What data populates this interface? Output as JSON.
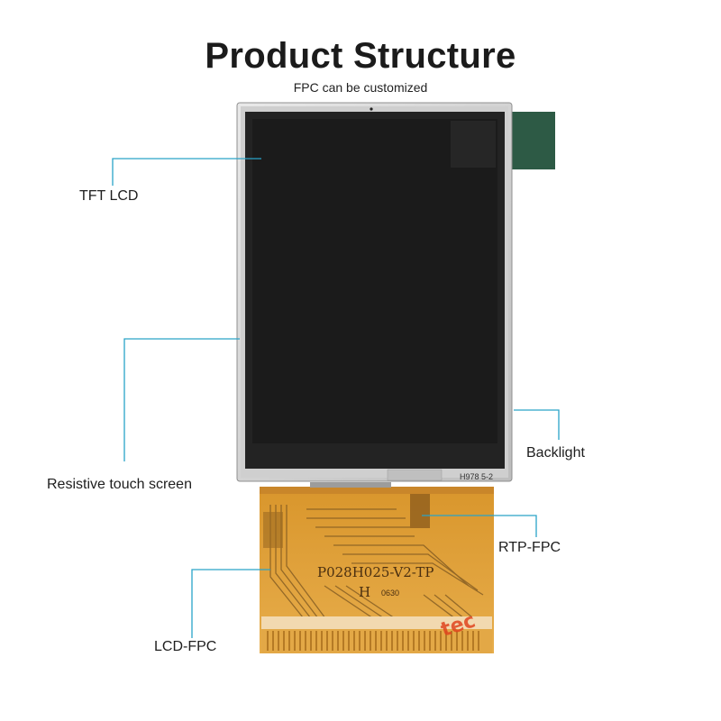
{
  "header": {
    "title": "Product Structure",
    "subtitle": "FPC can be customized"
  },
  "labels": {
    "tft_lcd": "TFT LCD",
    "touch_screen": "Resistive touch screen",
    "backlight": "Backlight",
    "rtp_fpc": "RTP-FPC",
    "lcd_fpc": "LCD-FPC"
  },
  "markings": {
    "part_number": "P028H025-V2-TP",
    "letter": "H",
    "date_code": "0630",
    "panel_code": "H978  5-2"
  },
  "colors": {
    "leader_line": "#2aa3c8",
    "fpc": "#e0a33d",
    "backlight_tab": "#2d5a45",
    "screen": "#232323"
  }
}
